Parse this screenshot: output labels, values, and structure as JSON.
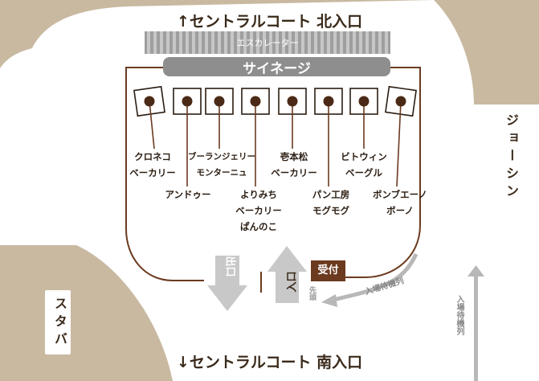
{
  "north_entrance": "↑セントラルコート 北入口",
  "south_entrance": "↓セントラルコート 南入口",
  "escalator": "エスカレーター",
  "signage": "サイネージ",
  "shops_top": [
    {
      "line1": "クロネコ",
      "line2": "ベーカリー"
    },
    {
      "line1": "ブーランジェリー",
      "line2": "モンターニュ"
    },
    {
      "line1": "壱本松",
      "line2": "ベーカリー"
    },
    {
      "line1": "ビトウィン",
      "line2": "ベーグル"
    }
  ],
  "shops_bottom": [
    {
      "line1": "アンドゥー"
    },
    {
      "line1": "よりみち",
      "line2": "ベーカリー",
      "line3": "ぱんのこ"
    },
    {
      "line1": "パン工房",
      "line2": "モグモグ"
    },
    {
      "line1": "ボンブエーノ",
      "line2": "ボーノ"
    }
  ],
  "exit": "出口",
  "entrance": "入口",
  "reception": "受付",
  "queue_head": "先頭",
  "queue_line": "入場待機列",
  "queue_line_right": "入場待機列",
  "joshin": "ジョーシン",
  "starbucks": "スタバ",
  "colors": {
    "wall": "#c9b9a1",
    "brown": "#6b3a1f",
    "gray": "#bdbdbd",
    "dark": "#2b1d12"
  }
}
